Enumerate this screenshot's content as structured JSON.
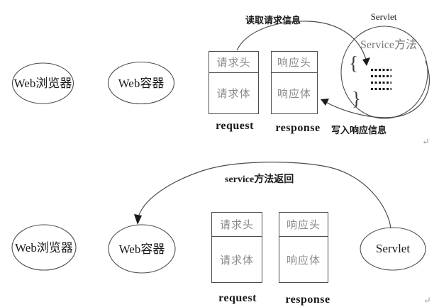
{
  "colors": {
    "background": "#ffffff",
    "line_stroke": "#4d4d4d",
    "muted_cell_text": "#8a8a8a",
    "main_text": "#1a1a1a"
  },
  "top": {
    "browser_label": "Web浏览器",
    "container_label": "Web容器",
    "request_box": {
      "header": "请求头",
      "body": "请求体",
      "caption": "request"
    },
    "response_box": {
      "header": "响应头",
      "body": "响应体",
      "caption": "response"
    },
    "servlet_title": "Servlet",
    "service_method": "Service方法",
    "brace_open": "{",
    "brace_close": "}",
    "read_arrow_label": "读取请求信息",
    "write_arrow_label": "写入响应信息",
    "paragraph_mark": "↵"
  },
  "bottom": {
    "browser_label": "Web浏览器",
    "container_label": "Web容器",
    "request_box": {
      "header": "请求头",
      "body": "请求体",
      "caption": "request"
    },
    "response_box": {
      "header": "响应头",
      "body": "响应体",
      "caption": "response"
    },
    "servlet_label": "Servlet",
    "return_arrow_label": "service方法返回",
    "paragraph_mark": "↵"
  }
}
